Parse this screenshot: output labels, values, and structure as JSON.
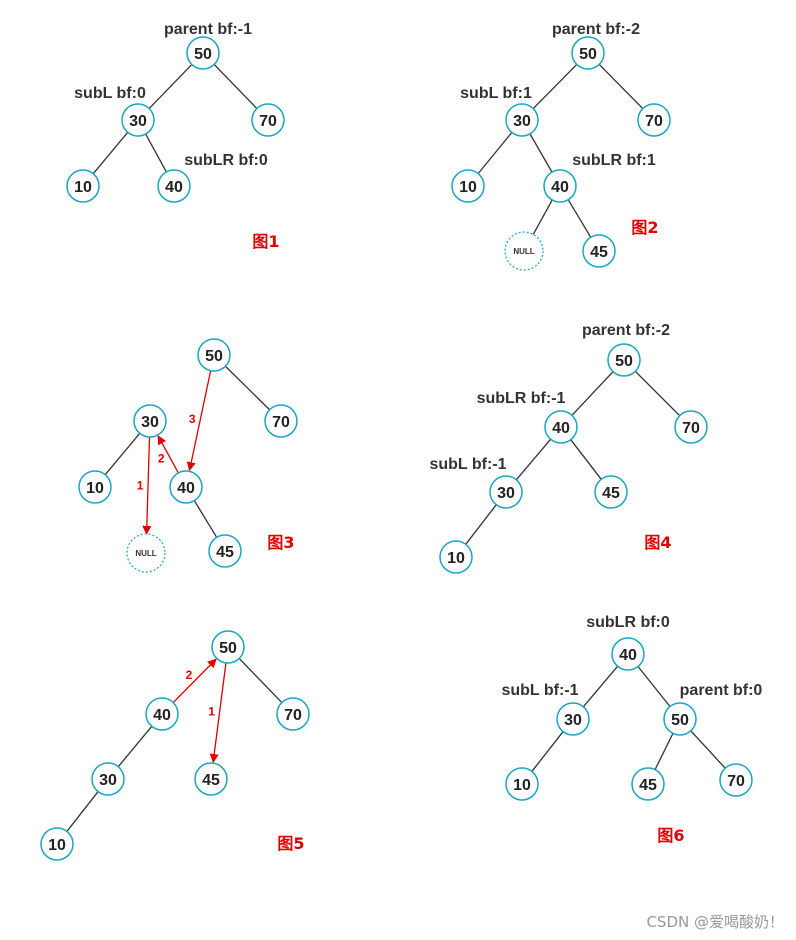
{
  "colors": {
    "node_stroke": "#1aa5c4",
    "edge": "#333333",
    "arrow": "#e00000",
    "caption": "#e00000"
  },
  "figures": [
    {
      "id": "fig1",
      "caption": "图1",
      "nodes": [
        {
          "id": "n50",
          "label": "50"
        },
        {
          "id": "n30",
          "label": "30"
        },
        {
          "id": "n70",
          "label": "70"
        },
        {
          "id": "n10",
          "label": "10"
        },
        {
          "id": "n40",
          "label": "40"
        }
      ],
      "edges": [
        [
          "n50",
          "n30"
        ],
        [
          "n50",
          "n70"
        ],
        [
          "n30",
          "n10"
        ],
        [
          "n30",
          "n40"
        ]
      ],
      "tags": [
        {
          "id": "t_parent",
          "text": "parent bf:-1"
        },
        {
          "id": "t_subl",
          "text": "subL bf:0"
        },
        {
          "id": "t_sublr",
          "text": "subLR bf:0"
        }
      ]
    },
    {
      "id": "fig2",
      "caption": "图2",
      "nodes": [
        {
          "id": "n50",
          "label": "50"
        },
        {
          "id": "n30",
          "label": "30"
        },
        {
          "id": "n70",
          "label": "70"
        },
        {
          "id": "n10",
          "label": "10"
        },
        {
          "id": "n40",
          "label": "40"
        },
        {
          "id": "nnull",
          "label": "NULL",
          "null": true
        },
        {
          "id": "n45",
          "label": "45"
        }
      ],
      "edges": [
        [
          "n50",
          "n30"
        ],
        [
          "n50",
          "n70"
        ],
        [
          "n30",
          "n10"
        ],
        [
          "n30",
          "n40"
        ],
        [
          "n40",
          "nnull"
        ],
        [
          "n40",
          "n45"
        ]
      ],
      "tags": [
        {
          "id": "t_parent",
          "text": "parent bf:-2"
        },
        {
          "id": "t_subl",
          "text": "subL bf:1"
        },
        {
          "id": "t_sublr",
          "text": "subLR bf:1"
        }
      ]
    },
    {
      "id": "fig3",
      "caption": "图3",
      "nodes": [
        {
          "id": "n50",
          "label": "50"
        },
        {
          "id": "n30",
          "label": "30"
        },
        {
          "id": "n70",
          "label": "70"
        },
        {
          "id": "n10",
          "label": "10"
        },
        {
          "id": "n40",
          "label": "40"
        },
        {
          "id": "nnull",
          "label": "NULL",
          "null": true
        },
        {
          "id": "n45",
          "label": "45"
        }
      ],
      "edges": [
        [
          "n50",
          "n70"
        ],
        [
          "n30",
          "n10"
        ],
        [
          "n40",
          "n45"
        ]
      ],
      "arrows": [
        {
          "from": "n30",
          "to": "nnull",
          "label": "1"
        },
        {
          "from": "n40",
          "to": "n30",
          "label": "2"
        },
        {
          "from": "n50",
          "to": "n40",
          "label": "3"
        }
      ],
      "tags": []
    },
    {
      "id": "fig4",
      "caption": "图4",
      "nodes": [
        {
          "id": "n50",
          "label": "50"
        },
        {
          "id": "n40",
          "label": "40"
        },
        {
          "id": "n70",
          "label": "70"
        },
        {
          "id": "n30",
          "label": "30"
        },
        {
          "id": "n45",
          "label": "45"
        },
        {
          "id": "n10",
          "label": "10"
        }
      ],
      "edges": [
        [
          "n50",
          "n40"
        ],
        [
          "n50",
          "n70"
        ],
        [
          "n40",
          "n30"
        ],
        [
          "n40",
          "n45"
        ],
        [
          "n30",
          "n10"
        ]
      ],
      "tags": [
        {
          "id": "t_parent",
          "text": "parent bf:-2"
        },
        {
          "id": "t_sublr",
          "text": "subLR bf:-1"
        },
        {
          "id": "t_subl",
          "text": "subL bf:-1"
        }
      ]
    },
    {
      "id": "fig5",
      "caption": "图5",
      "nodes": [
        {
          "id": "n50",
          "label": "50"
        },
        {
          "id": "n40",
          "label": "40"
        },
        {
          "id": "n70",
          "label": "70"
        },
        {
          "id": "n30",
          "label": "30"
        },
        {
          "id": "n45",
          "label": "45"
        },
        {
          "id": "n10",
          "label": "10"
        }
      ],
      "edges": [
        [
          "n50",
          "n70"
        ],
        [
          "n40",
          "n30"
        ],
        [
          "n30",
          "n10"
        ]
      ],
      "arrows": [
        {
          "from": "n50",
          "to": "n45",
          "label": "1"
        },
        {
          "from": "n40",
          "to": "n50",
          "label": "2"
        }
      ],
      "tags": []
    },
    {
      "id": "fig6",
      "caption": "图6",
      "nodes": [
        {
          "id": "n40",
          "label": "40"
        },
        {
          "id": "n30",
          "label": "30"
        },
        {
          "id": "n50",
          "label": "50"
        },
        {
          "id": "n10",
          "label": "10"
        },
        {
          "id": "n45",
          "label": "45"
        },
        {
          "id": "n70",
          "label": "70"
        }
      ],
      "edges": [
        [
          "n40",
          "n30"
        ],
        [
          "n40",
          "n50"
        ],
        [
          "n30",
          "n10"
        ],
        [
          "n50",
          "n45"
        ],
        [
          "n50",
          "n70"
        ]
      ],
      "tags": [
        {
          "id": "t_sublr",
          "text": "subLR bf:0"
        },
        {
          "id": "t_subl",
          "text": "subL bf:-1"
        },
        {
          "id": "t_parent",
          "text": "parent bf:0"
        }
      ]
    }
  ],
  "watermark": "CSDN @爱喝酸奶！"
}
